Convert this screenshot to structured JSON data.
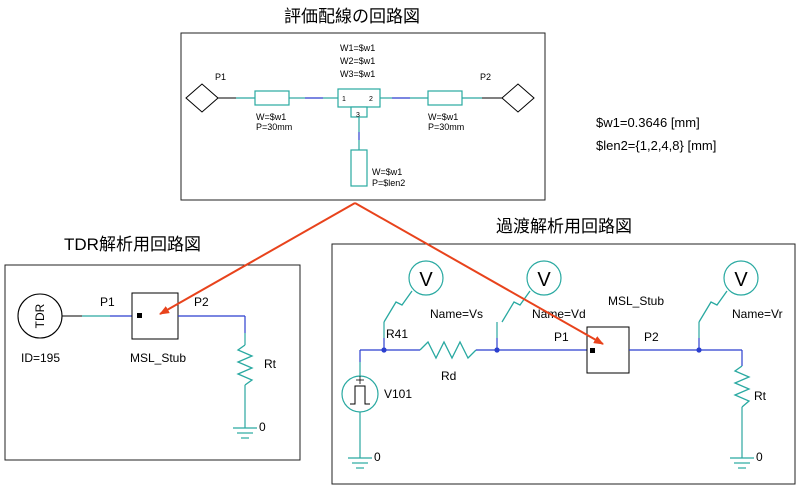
{
  "titles": {
    "top": "評価配線の回路図",
    "tdr": "TDR解析用回路図",
    "transient": "過渡解析用回路図"
  },
  "variables": {
    "w1": "$w1=0.3646 [mm]",
    "len2": "$len2={1,2,4,8} [mm]"
  },
  "top_circuit": {
    "port1": "P1",
    "port2": "P2",
    "line_left": {
      "w": "W=$w1",
      "p": "P=30mm"
    },
    "line_right": {
      "w": "W=$w1",
      "p": "P=30mm"
    },
    "stub_line": {
      "w": "W=$w1",
      "p": "P=$len2"
    },
    "tee": {
      "w1": "W1=$w1",
      "w2": "W2=$w1",
      "w3": "W3=$w1",
      "n1": "1",
      "n2": "2",
      "n3": "3"
    }
  },
  "tdr_circuit": {
    "source": "TDR",
    "id": "ID=195",
    "p1": "P1",
    "p2": "P2",
    "block": "MSL_Stub",
    "load": "Rt",
    "ground": "0"
  },
  "transient_circuit": {
    "probe_vs": "Name=Vs",
    "probe_vd": "Name=Vd",
    "probe_vr": "Name=Vr",
    "probe_symbol": "V",
    "r41": "R41",
    "rd": "Rd",
    "source": "V101",
    "p1": "P1",
    "p2": "P2",
    "block": "MSL_Stub",
    "load": "Rt",
    "ground_left": "0",
    "ground_right": "0"
  },
  "colors": {
    "arrow": "#e8431c",
    "component": "#29a9a1",
    "wire": "#2b3fcf"
  }
}
